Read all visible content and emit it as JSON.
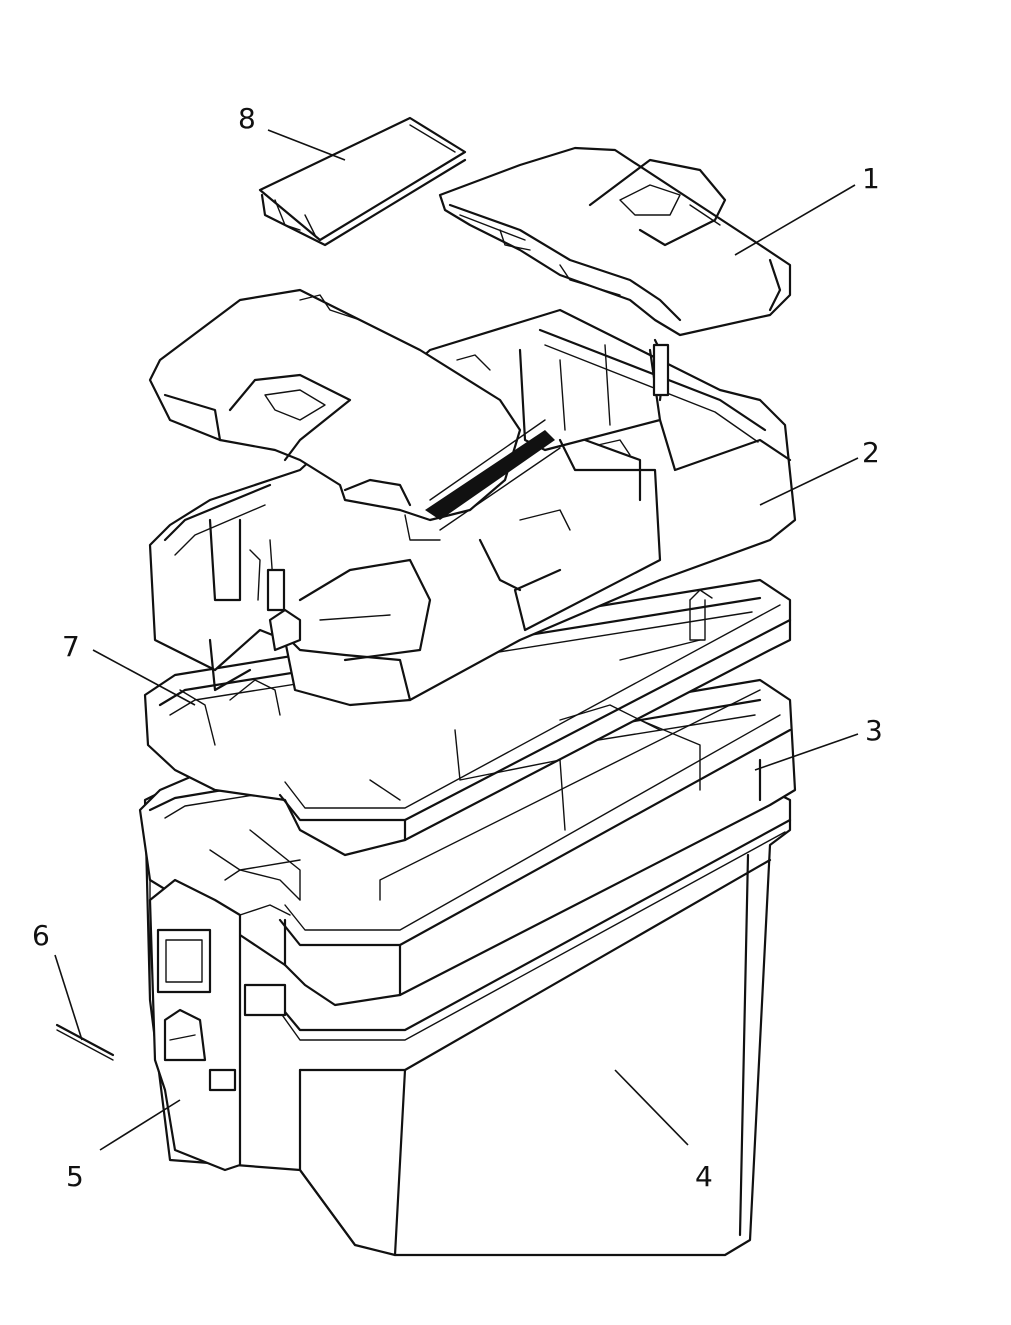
{
  "diagram": {
    "type": "exploded-parts-view",
    "callouts": [
      {
        "id": "1",
        "label": "1"
      },
      {
        "id": "2",
        "label": "2"
      },
      {
        "id": "3",
        "label": "3"
      },
      {
        "id": "4",
        "label": "4"
      },
      {
        "id": "5",
        "label": "5"
      },
      {
        "id": "6",
        "label": "6"
      },
      {
        "id": "7",
        "label": "7"
      },
      {
        "id": "8",
        "label": "8"
      }
    ],
    "colors": {
      "ink": "#111111",
      "paper": "#ffffff"
    }
  }
}
